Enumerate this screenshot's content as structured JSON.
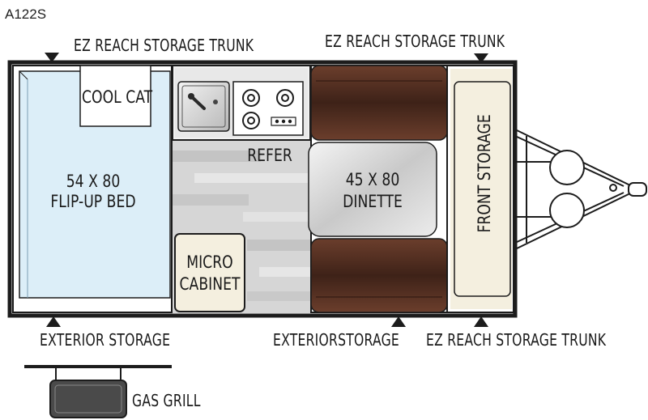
{
  "model": "A122S",
  "labels": {
    "trunk_top_left": "EZ REACH STORAGE TRUNK",
    "trunk_top_right": "EZ REACH STORAGE TRUNK",
    "trunk_bottom_right": "EZ REACH STORAGE TRUNK",
    "exterior_storage_left": "EXTERIOR STORAGE",
    "exterior_storage_mid": "EXTERIORSTORAGE",
    "gas_grill": "GAS GRILL"
  },
  "rooms": {
    "cool_cat": "COOL CAT",
    "bed_size": "54 X 80",
    "bed_name": "FLIP-UP BED",
    "refer": "REFER",
    "dinette_size": "45 X 80",
    "dinette_name": "DINETTE",
    "micro_line1": "MICRO",
    "micro_line2": "CABINET",
    "front_storage": "FRONT STORAGE"
  },
  "colors": {
    "outline": "#1c1c1c",
    "bed": "#dceef8",
    "cushion": "#4a2a1e",
    "storage_fill": "#f4efdf",
    "floor": "#d9d9d9"
  }
}
